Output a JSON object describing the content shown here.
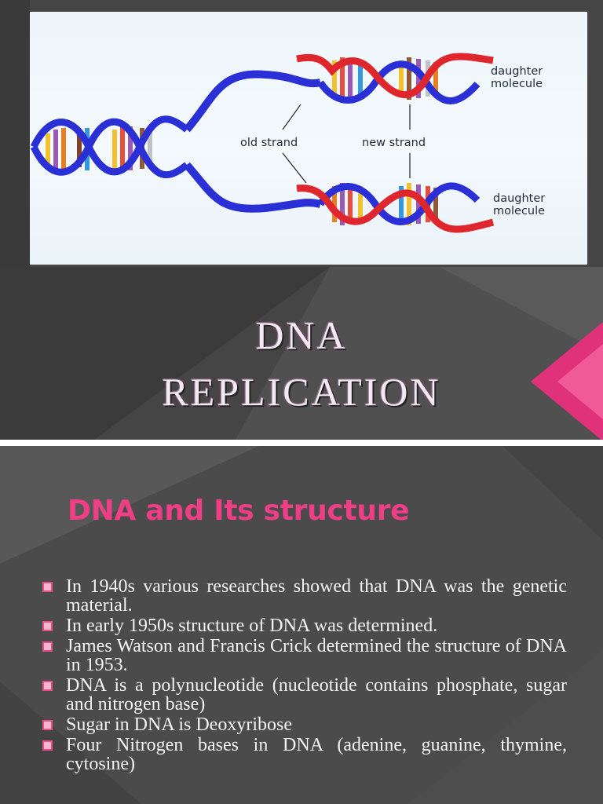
{
  "slide1": {
    "diagram": {
      "labels": {
        "daughter_top": [
          "daughter",
          "molecule"
        ],
        "daughter_bottom": [
          "daughter",
          "molecule"
        ],
        "old_strand": "old strand",
        "new_strand": "new strand"
      },
      "colors": {
        "old_strand": "#2a2fd6",
        "new_strand": "#e0262d"
      }
    },
    "title_lines": [
      "DNA",
      "REPLICATION"
    ],
    "accent_color": "#e0327a"
  },
  "slide2": {
    "title": "DNA and Its structure",
    "title_color": "#ee3e86",
    "bullet_icon": "square-bullet-icon",
    "bullets": [
      "In 1940s various researches showed that DNA was the genetic material.",
      "In early 1950s structure of DNA was determined.",
      "James Watson and Francis Crick determined the structure of DNA in 1953.",
      "DNA is a polynucleotide (nucleotide contains phosphate, sugar and nitrogen base)",
      "Sugar in DNA is Deoxyribose",
      "Four Nitrogen bases in DNA (adenine, guanine, thymine, cytosine)"
    ]
  }
}
